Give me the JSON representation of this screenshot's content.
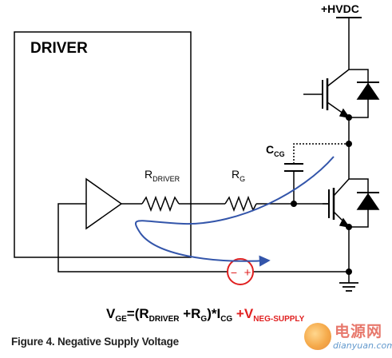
{
  "labels": {
    "supply": "+HVDC",
    "driver": "DRIVER",
    "r_driver_main": "R",
    "r_driver_sub": "DRIVER",
    "rg_main": "R",
    "rg_sub": "G",
    "ccg_main": "C",
    "ccg_sub": "CG"
  },
  "equation": {
    "v": "V",
    "v_sub": "GE",
    "eq_open": "=(R",
    "r_driver_sub": "DRIVER",
    "plus_rg": " +R",
    "rg_sub": "G",
    "close_i": ")*I",
    "i_sub": "CG",
    "plus_vneg": " +V",
    "vneg_sub": "NEG-SUPPLY"
  },
  "caption": "Figure 4. Negative Supply Voltage",
  "source_symbol": {
    "minus": "−",
    "plus": "+"
  },
  "watermark": {
    "title": "电源网",
    "site": "dianyuan.com"
  },
  "colors": {
    "wire": "#000000",
    "current_arrow": "#3355aa",
    "source": "#e02020",
    "capacitor_lead": "#000000"
  }
}
